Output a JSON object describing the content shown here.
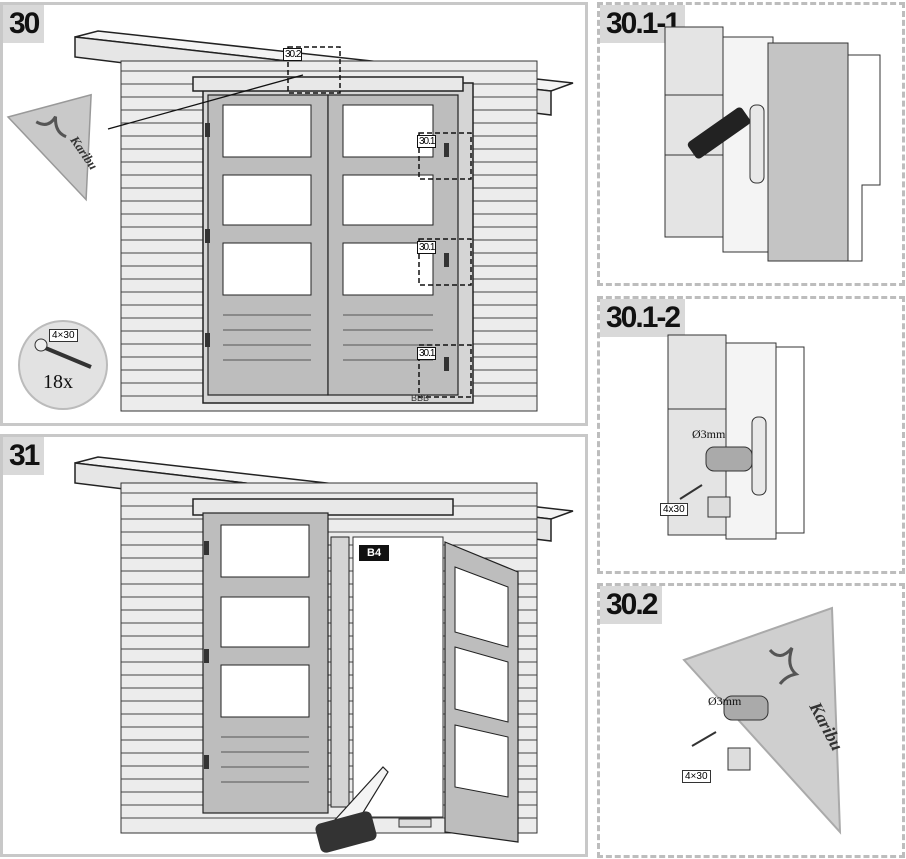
{
  "steps": {
    "s30": "30",
    "s31": "31",
    "s30_1_1": "30.1-1",
    "s30_1_2": "30.1-2",
    "s30_2": "30.2"
  },
  "callouts": {
    "c30_2": "30.2",
    "c30_1_a": "30.1",
    "c30_1_b": "30.1",
    "c30_1_c": "30.1"
  },
  "screw_badge": {
    "size": "4×30",
    "count": "18x"
  },
  "part_b4": "B4",
  "drill_diameter_a": "Ø3mm",
  "drill_diameter_b": "Ø3mm",
  "screw_size_a": "4x30",
  "screw_size_b": "4×30",
  "logo_text_a": "Karibu",
  "logo_text_b": "Karibu"
}
